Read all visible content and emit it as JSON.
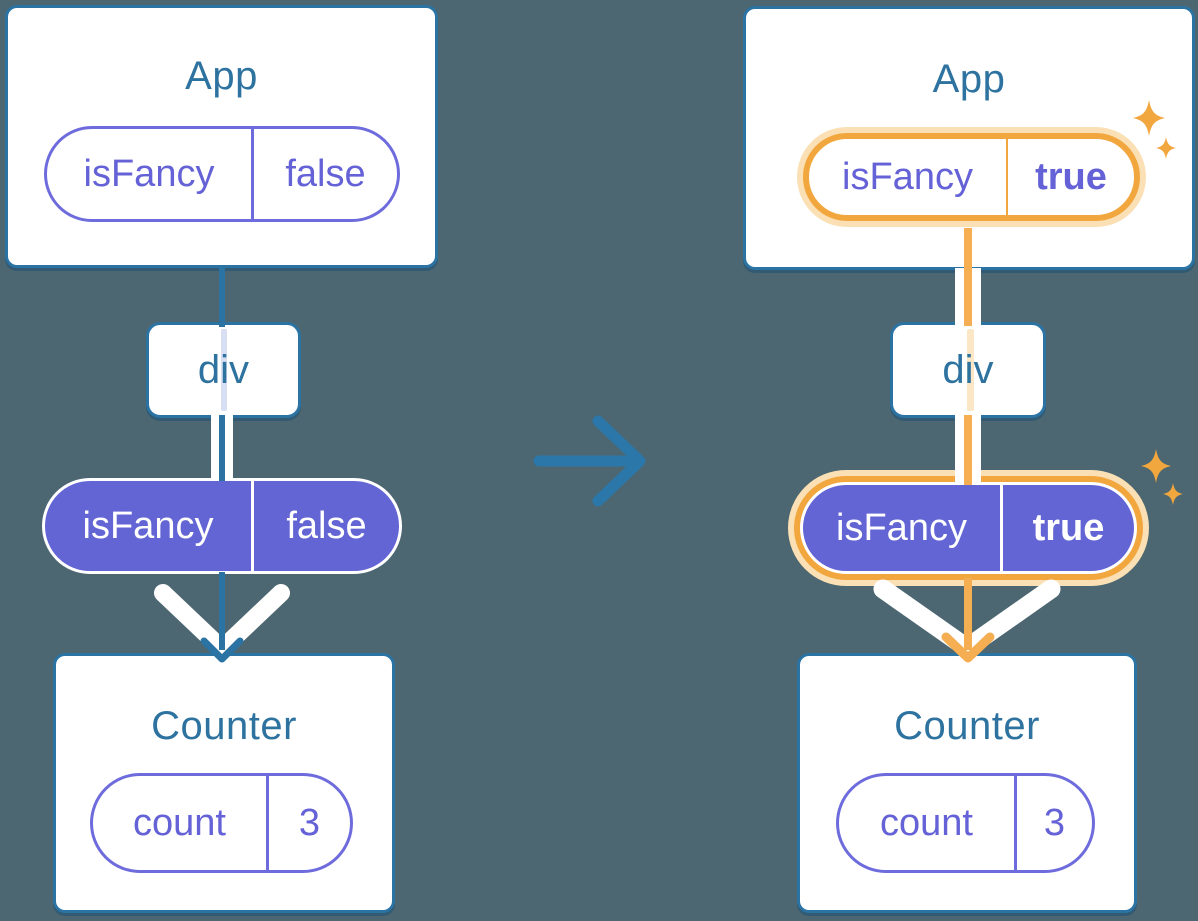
{
  "diagram": {
    "description": "component-tree-state-before-after",
    "before": {
      "app": {
        "title": "App",
        "prop_name": "isFancy",
        "prop_value": "false"
      },
      "container": {
        "label": "div"
      },
      "passed_prop": {
        "name": "isFancy",
        "value": "false"
      },
      "counter": {
        "title": "Counter",
        "state_name": "count",
        "state_value": "3"
      }
    },
    "after": {
      "app": {
        "title": "App",
        "prop_name": "isFancy",
        "prop_value": "true"
      },
      "container": {
        "label": "div"
      },
      "passed_prop": {
        "name": "isFancy",
        "value": "true"
      },
      "counter": {
        "title": "Counter",
        "state_name": "count",
        "state_value": "3"
      }
    },
    "icons": {
      "transition_arrow": "right-arrow-icon",
      "highlight_sparkles": "sparkles-icon"
    },
    "colors": {
      "background": "#4C6771",
      "structure_blue": "#2B73A3",
      "title_text": "#2E73A0",
      "purple_fill": "#6365D4",
      "purple_text": "#6462D6",
      "purple_border": "#6E6CDC",
      "highlight_orange": "#F2A63E",
      "highlight_orange_light": "#FAE0B4",
      "arrow_orange": "#F5AE52",
      "white": "#FFFFFF"
    }
  }
}
